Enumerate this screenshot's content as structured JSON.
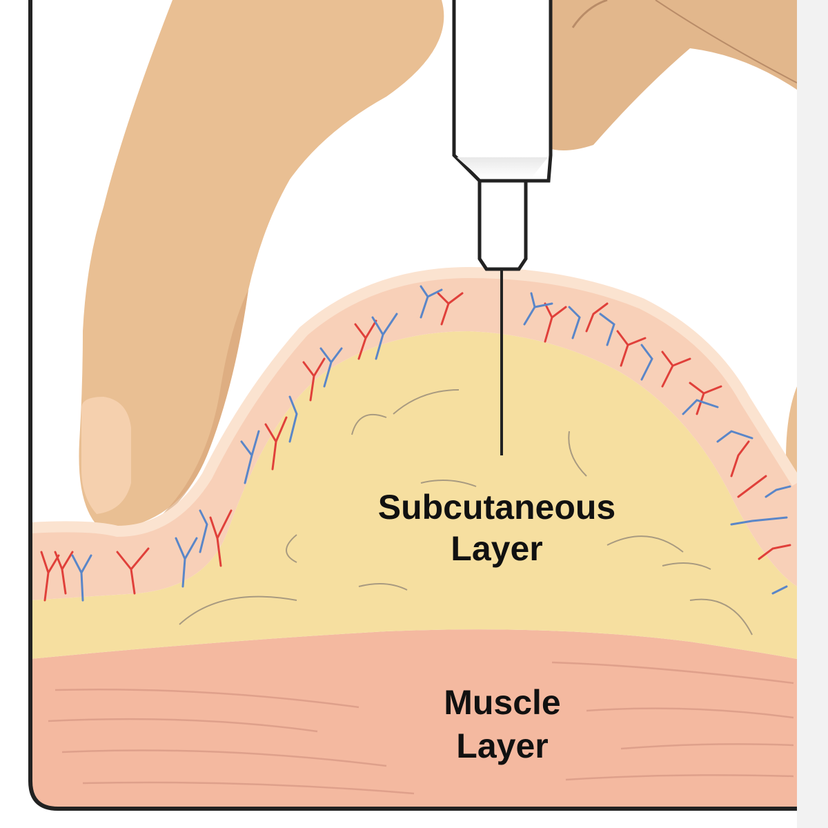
{
  "labels": {
    "subcutaneous_line1": "Subcutaneous",
    "subcutaneous_line2": "Layer",
    "muscle_line1": "Muscle",
    "muscle_line2": "Layer"
  },
  "colors": {
    "skin_hand": "#E9BF93",
    "skin_hand_shadow": "#D9A77B",
    "dermis": "#F8D0B8",
    "dermis_outline": "#FBE3D0",
    "subcutaneous_fat": "#F6DFA0",
    "muscle": "#F4B9A0",
    "muscle_fiber": "#D99A86",
    "vessel_artery": "#E0403A",
    "vessel_vein": "#5A86C8",
    "syringe_body": "#FFFFFF",
    "syringe_outline": "#222222",
    "frame": "#222222"
  }
}
